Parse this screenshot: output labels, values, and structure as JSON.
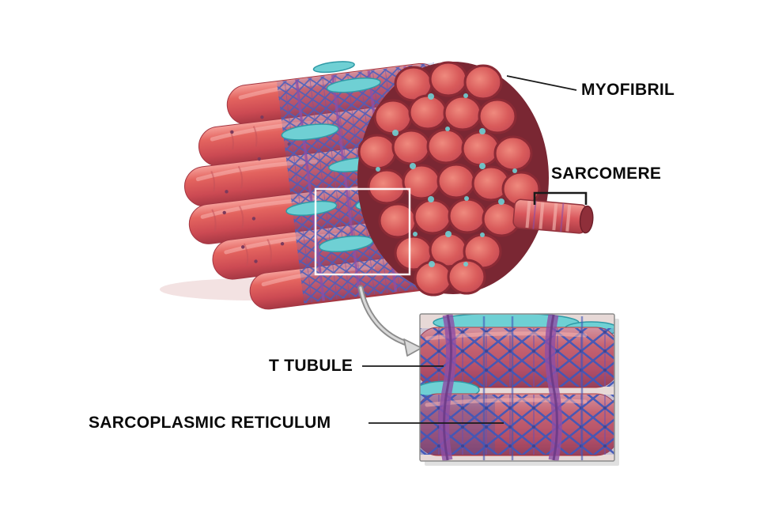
{
  "figure": {
    "labels": {
      "myofibril": "MYOFIBRIL",
      "sarcomere": "SARCOMERE",
      "t_tubule": "T TUBULE",
      "sarcoplasmic_reticulum": "SARCOPLASMIC RETICULUM"
    },
    "colors": {
      "label_text": "#0a0a0a",
      "pointer_line": "#1a1a1a",
      "fiber_red": "#d8575c",
      "fiber_dark_red": "#8a2a35",
      "mesh_blue": "#4660bd",
      "mesh_purple": "#8d4da6",
      "reticulum_teal": "#6fd0d4",
      "arrow_gray": "#8c8c8c",
      "inset_border": "#8c8c8c"
    }
  }
}
